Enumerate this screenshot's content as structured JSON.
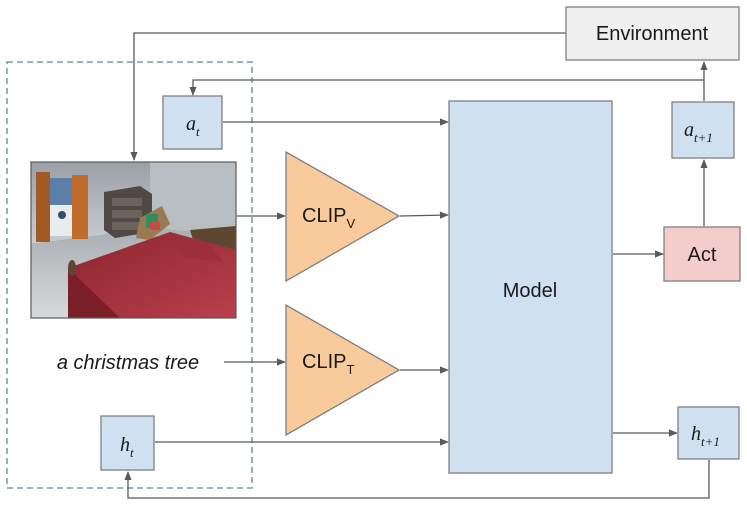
{
  "nodes": {
    "environment": "Environment",
    "model": "Model",
    "act": "Act",
    "clip_v": {
      "base": "CLIP",
      "sub": "V"
    },
    "clip_t": {
      "base": "CLIP",
      "sub": "T"
    },
    "a_t": {
      "base": "a",
      "sub": "t"
    },
    "a_t1": {
      "base": "a",
      "sub": "t+1"
    },
    "h_t": {
      "base": "h",
      "sub": "t"
    },
    "h_t1": {
      "base": "h",
      "sub": "t+1"
    }
  },
  "text_input": "a christmas tree",
  "colors": {
    "environment_fill": "#efefef",
    "model_fill": "#cfe0f1",
    "token_fill": "#cfe0f1",
    "act_fill": "#f4cccc",
    "clip_fill": "#f9cb9c",
    "edge": "#595959",
    "dashed_group": "#5b8a9a"
  }
}
